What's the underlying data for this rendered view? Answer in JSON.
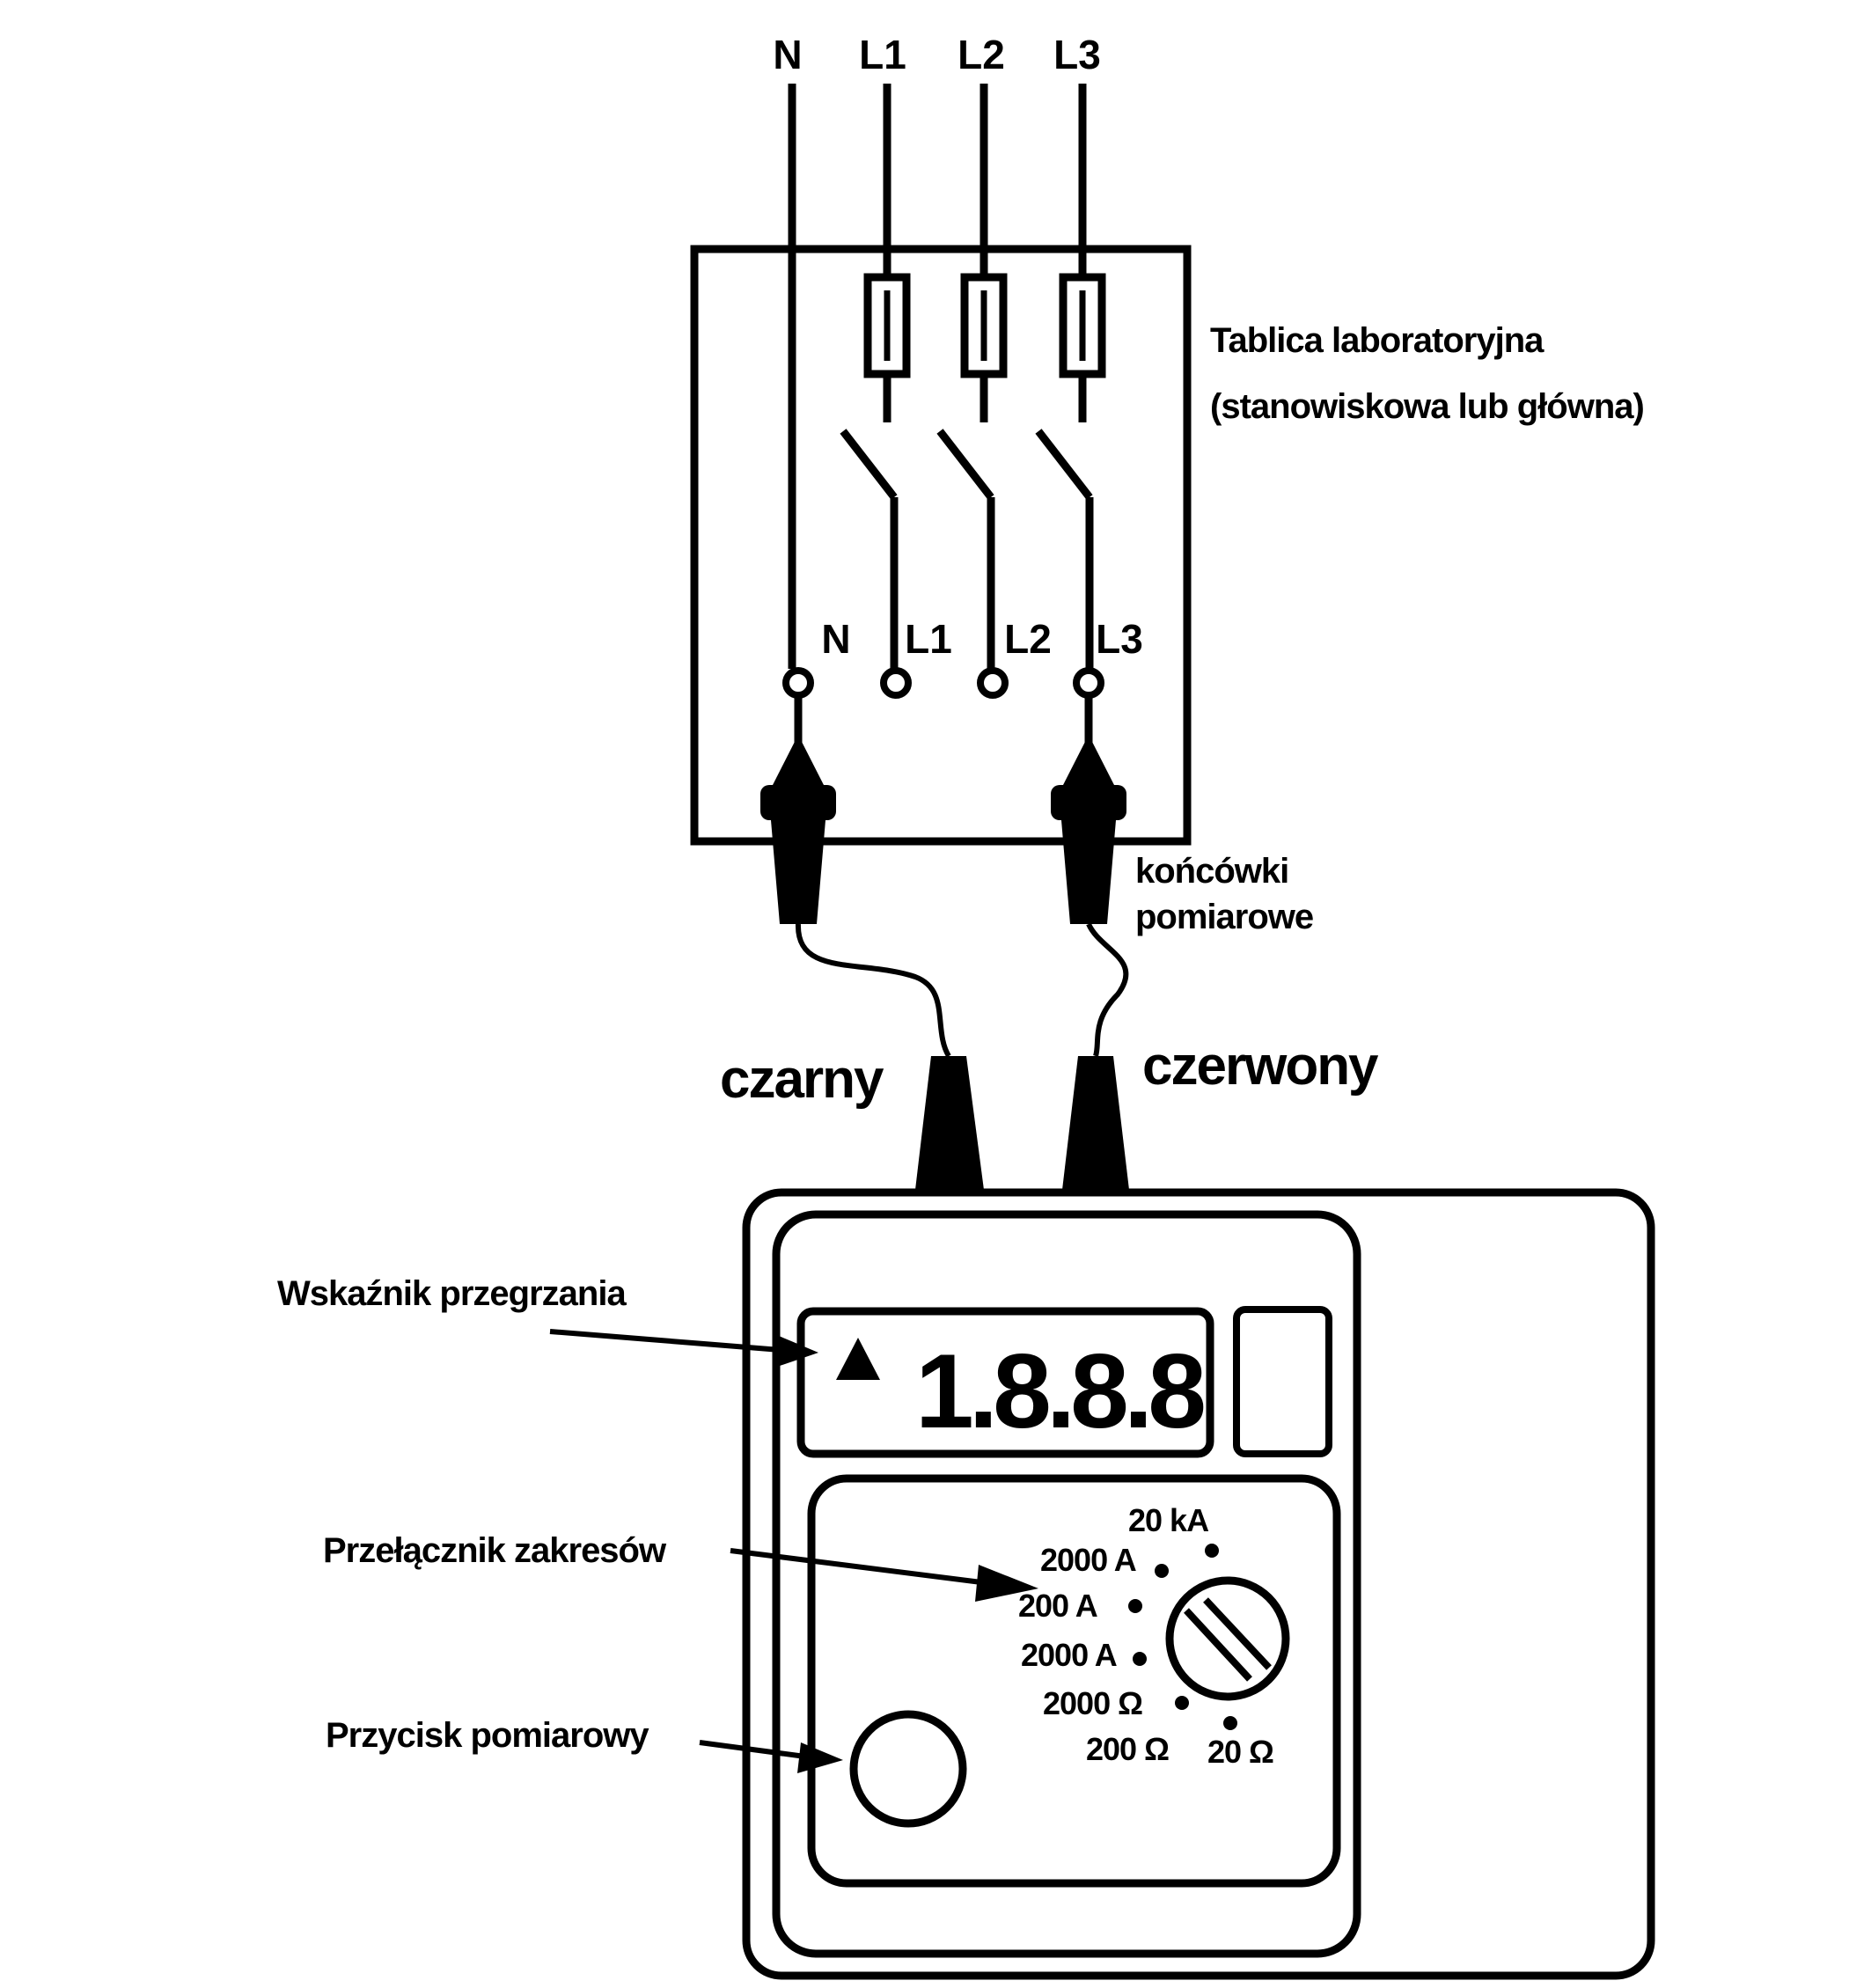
{
  "supply_lines": [
    "N",
    "L1",
    "L2",
    "L3"
  ],
  "terminals": [
    "N",
    "L1",
    "L2",
    "L3"
  ],
  "board": {
    "label_line1": "Tablica laboratoryjna",
    "label_line2": "(stanowiskowa lub główna)"
  },
  "probes": {
    "label_line1": "końcówki",
    "label_line2": "pomiarowe"
  },
  "leads": {
    "black": "czarny",
    "red": "czerwony"
  },
  "meter": {
    "display_value": "1.8.8.8",
    "overheat_label": "Wskaźnik przegrzania",
    "range_switch_label": "Przełącznik zakresów",
    "measure_button_label": "Przycisk pomiarowy",
    "ranges": [
      "20 kA",
      "2000 A",
      "200 A",
      "2000 A",
      "2000 Ω",
      "200 Ω",
      "20 Ω"
    ]
  }
}
